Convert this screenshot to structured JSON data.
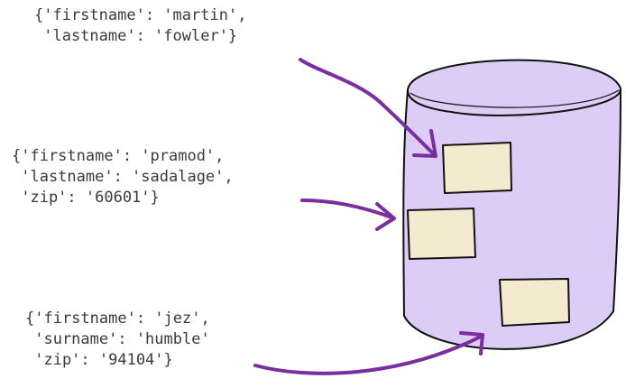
{
  "documents": [
    {
      "lines": [
        "{'firstname': 'martin',",
        " 'lastname': 'fowler'}"
      ]
    },
    {
      "lines": [
        "{'firstname': 'pramod',",
        " 'lastname': 'sadalage',",
        " 'zip': '60601'}"
      ]
    },
    {
      "lines": [
        "{'firstname': 'jez',",
        " 'surname': 'humble'",
        " 'zip': '94104'}"
      ]
    }
  ],
  "colors": {
    "arrow": "#7a2ea0",
    "cylinder_fill": "#dccdf7",
    "cylinder_stroke": "#111111",
    "record_fill": "#f3ead0",
    "text": "#3a3a3a"
  },
  "icons": {
    "database": "database-cylinder-icon",
    "record": "record-box-icon",
    "arrow": "hand-drawn-arrow-icon"
  }
}
